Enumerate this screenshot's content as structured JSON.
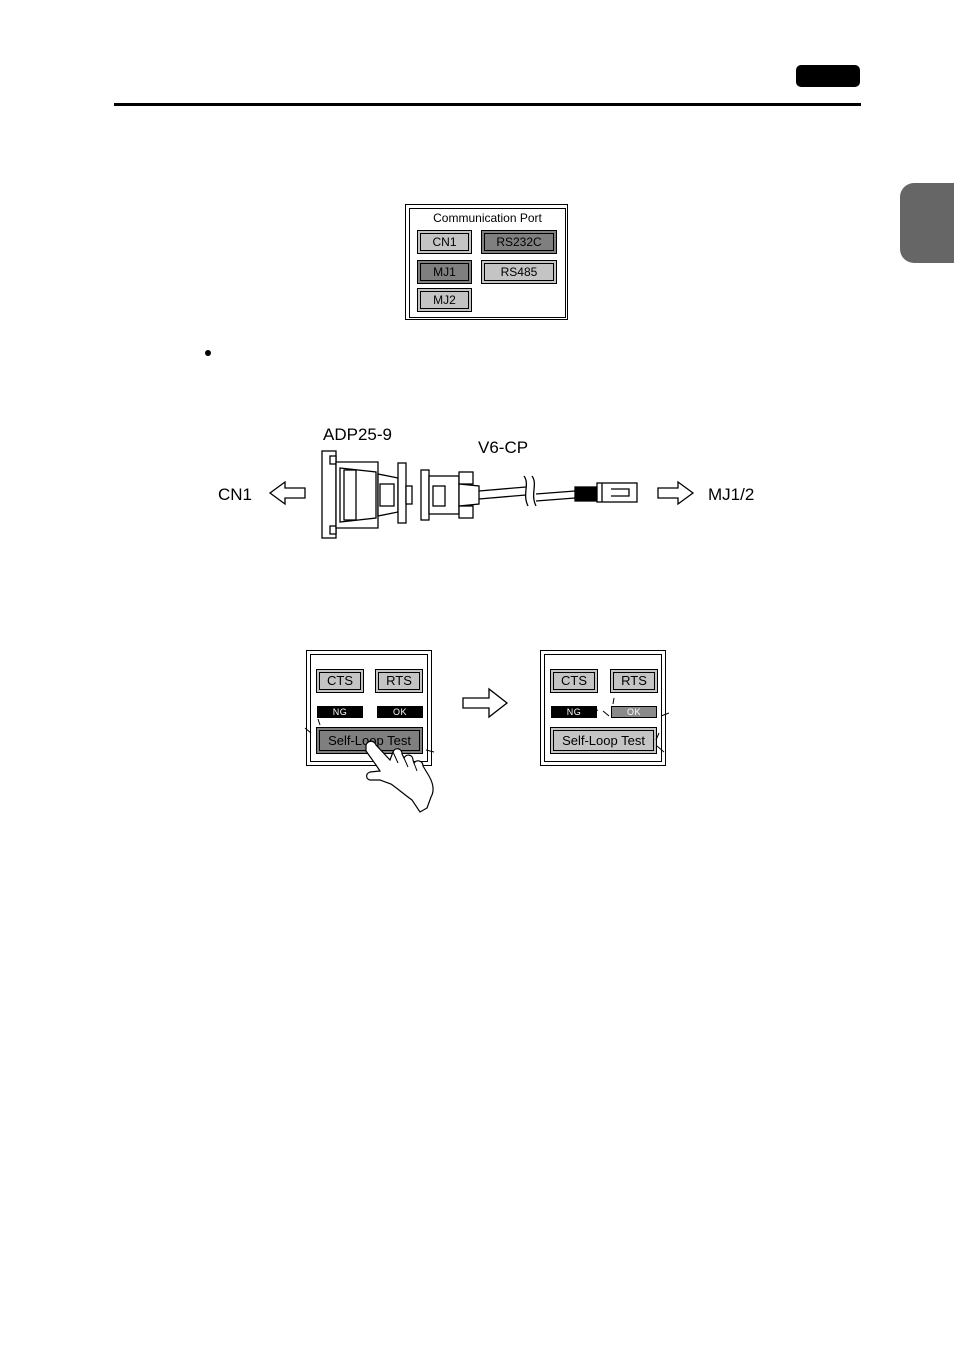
{
  "comm_port_panel": {
    "title": "Communication Port",
    "buttons": [
      {
        "label": "CN1",
        "state": "off"
      },
      {
        "label": "RS232C",
        "state": "on"
      },
      {
        "label": "MJ1",
        "state": "on"
      },
      {
        "label": "RS485",
        "state": "off"
      },
      {
        "label": "MJ2",
        "state": "off"
      }
    ]
  },
  "cable_diagram": {
    "adapter_label": "ADP25-9",
    "cable_label": "V6-CP",
    "left_port": "CN1",
    "right_port": "MJ1/2"
  },
  "loop_test": {
    "before": {
      "cts_label": "CTS",
      "rts_label": "RTS",
      "ng_label": "NG",
      "ok_label": "OK",
      "test_button_label": "Self-Loop Test"
    },
    "after": {
      "cts_label": "CTS",
      "rts_label": "RTS",
      "ng_label": "NG",
      "ok_label": "OK",
      "test_button_label": "Self-Loop Test"
    }
  },
  "colors": {
    "button_off": "#c4c4c4",
    "button_on": "#7f7f7f",
    "side_tab": "#666666"
  }
}
